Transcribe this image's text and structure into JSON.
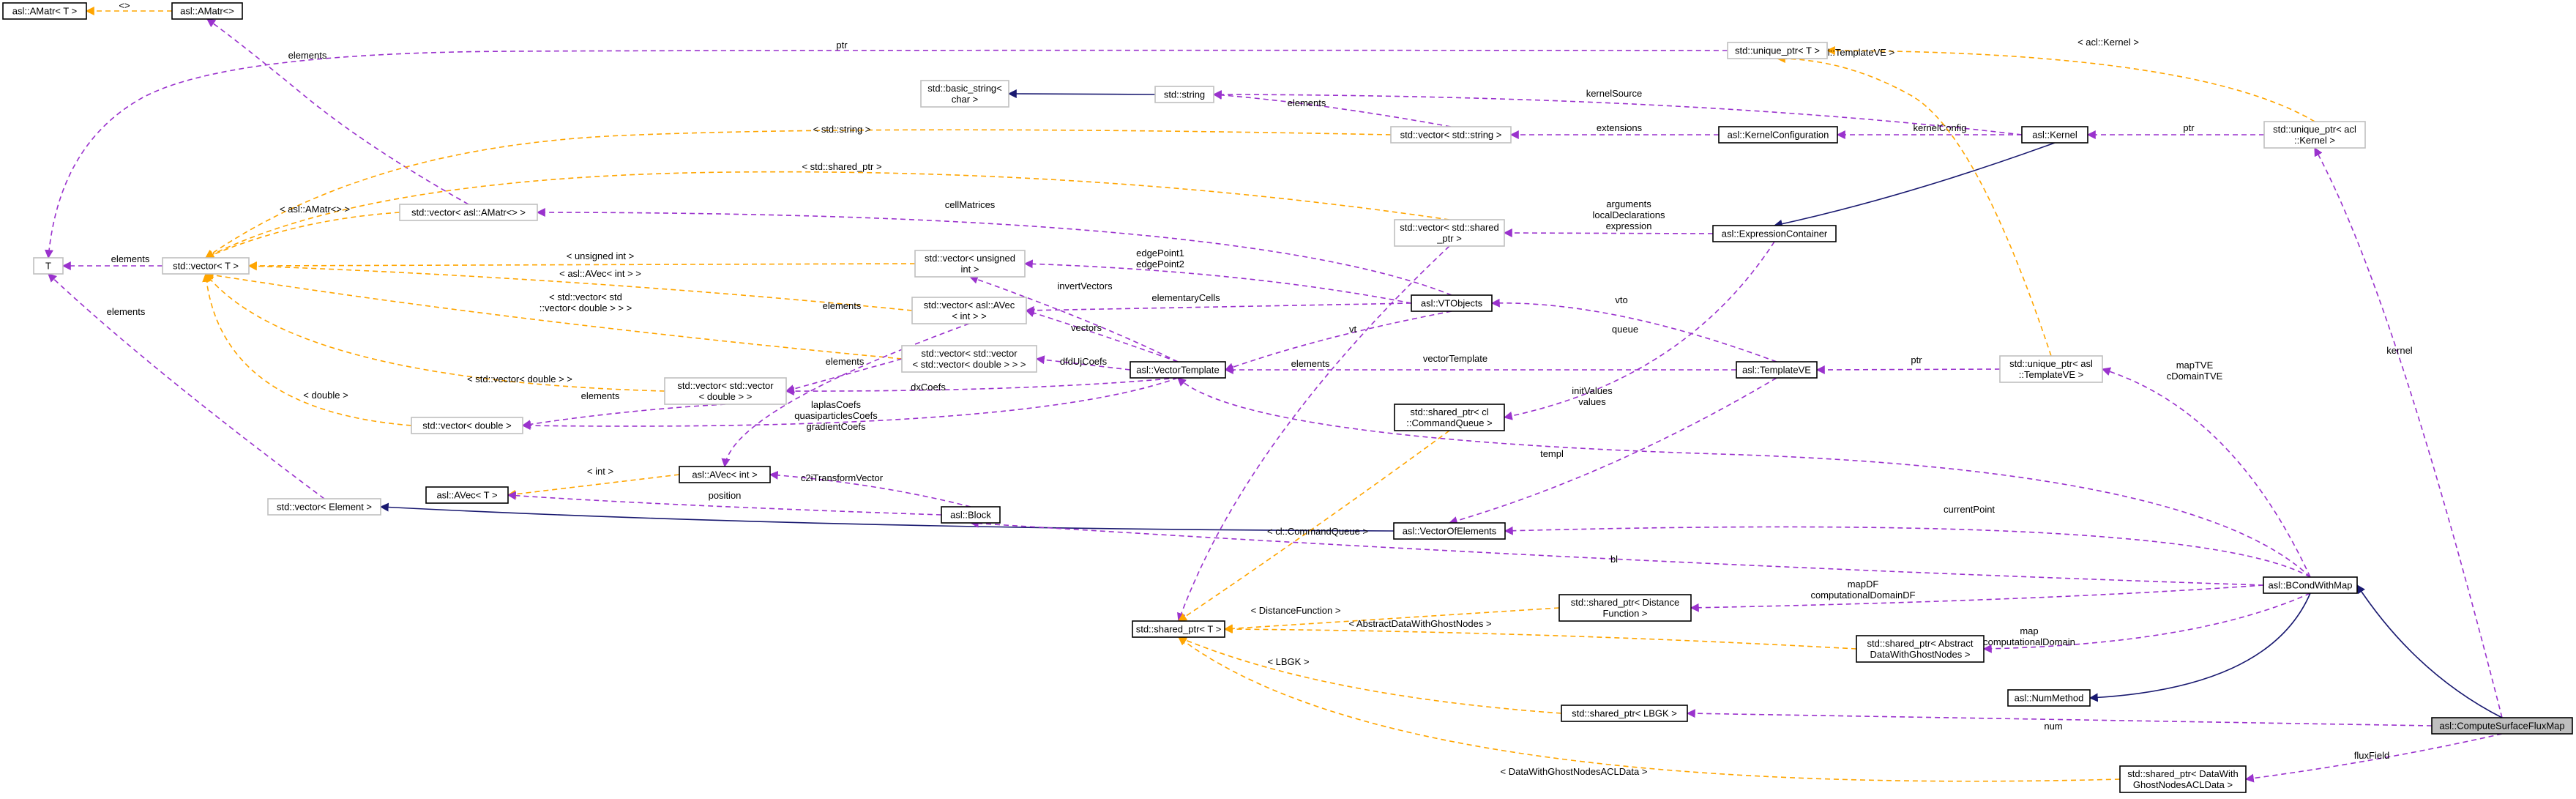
{
  "colors": {
    "inheritance": "#191970",
    "usage": "#9a32cd",
    "template": "#ffa500",
    "node_border": "#000000",
    "node_border_undocumented": "#bfbfbf",
    "highlight_fill": "#bfbfbf"
  },
  "nodes": {
    "amatr_t": [
      "asl::AMatr< T >"
    ],
    "amatr_empty": [
      "asl::AMatr<>"
    ],
    "t": [
      "T"
    ],
    "basic_string": [
      "std::basic_string<",
      "char >"
    ],
    "string": [
      "std::string"
    ],
    "vector_string": [
      "std::vector< std::string >"
    ],
    "vector_amatr": [
      "std::vector< asl::AMatr<> >"
    ],
    "vector_t": [
      "std::vector< T >"
    ],
    "vector_uint": [
      "std::vector< unsigned",
      "int >"
    ],
    "vector_avec_int": [
      "std::vector< asl::AVec",
      "< int > >"
    ],
    "vector_vector_double_nested": [
      "std::vector< std::vector",
      "< std::vector< double > > >"
    ],
    "vector_vector_double": [
      "std::vector< std::vector",
      "< double > >"
    ],
    "vector_double": [
      "std::vector< double >"
    ],
    "avec_t": [
      "asl::AVec< T >"
    ],
    "avec_int": [
      "asl::AVec< int >"
    ],
    "vector_element": [
      "std::vector< Element >"
    ],
    "block": [
      "asl::Block"
    ],
    "vector_template": [
      "asl::VectorTemplate"
    ],
    "vtobjects": [
      "asl::VTObjects"
    ],
    "vector_shared": [
      "std::vector< std::shared",
      "_ptr >"
    ],
    "shared_t": [
      "std::shared_ptr< T >"
    ],
    "shared_cmdqueue": [
      "std::shared_ptr< cl",
      "::CommandQueue >"
    ],
    "vector_of_elements": [
      "asl::VectorOfElements"
    ],
    "kernel_configuration": [
      "asl::KernelConfiguration"
    ],
    "expression_container": [
      "asl::ExpressionContainer"
    ],
    "kernel": [
      "asl::Kernel"
    ],
    "template_ve": [
      "asl::TemplateVE"
    ],
    "unique_t": [
      "std::unique_ptr< T >"
    ],
    "unique_kernel": [
      "std::unique_ptr< acl",
      "::Kernel >"
    ],
    "unique_templateve": [
      "std::unique_ptr< asl",
      "::TemplateVE >"
    ],
    "shared_distance": [
      "std::shared_ptr< Distance",
      "Function >"
    ],
    "shared_abstract": [
      "std::shared_ptr< Abstract",
      "DataWithGhostNodes >"
    ],
    "shared_lbgk": [
      "std::shared_ptr< LBGK >"
    ],
    "shared_acl": [
      "std::shared_ptr< DataWith",
      "GhostNodesACLData >"
    ],
    "bcond_with_map": [
      "asl::BCondWithMap"
    ],
    "num_method": [
      "asl::NumMethod"
    ],
    "compute_surface_flux_map": [
      "asl::ComputeSurfaceFluxMap"
    ]
  },
  "edge_labels": {
    "amatr_template": [
      "<>"
    ],
    "amatr_to_t": [
      "elements"
    ],
    "ptr_to_t": [
      "ptr"
    ],
    "string_template": [
      "< std::string >"
    ],
    "kernel_source": [
      "kernelSource"
    ],
    "strings_elements": [
      "elements"
    ],
    "extensions": [
      "extensions"
    ],
    "kernel_config": [
      "kernelConfig"
    ],
    "kernel_ptr": [
      "ptr"
    ],
    "acl_kernel_template": [
      "< acl::Kernel >"
    ],
    "templateve_template": [
      "< asl::TemplateVE >"
    ],
    "shared_ptr_template": [
      "< std::shared_ptr >"
    ],
    "amatr_vector_template": [
      "< asl::AMatr<> >"
    ],
    "cell_matrices": [
      "cellMatrices"
    ],
    "arguments": [
      "arguments",
      "localDeclarations",
      "expression"
    ],
    "vector_t_elements": [
      "elements"
    ],
    "uint_template": [
      "< unsigned int >"
    ],
    "avec_int_template": [
      "< asl::AVec< int > >"
    ],
    "t_elements_from_element": [
      "elements"
    ],
    "nested_double_template": [
      "< std::vector< std",
      "::vector< double > > >"
    ],
    "double_vector_template": [
      "< std::vector< double > >"
    ],
    "double_template": [
      "< double >"
    ],
    "edge_points": [
      "edgePoint1",
      "edgePoint2"
    ],
    "invert_vectors": [
      "invertVectors"
    ],
    "elementary_cells": [
      "elementaryCells"
    ],
    "avec_elements": [
      "elements"
    ],
    "vectors": [
      "vectors"
    ],
    "vt": [
      "vt"
    ],
    "vto": [
      "vto"
    ],
    "dfduj": [
      "dfdUjCoefs"
    ],
    "nested_elements": [
      "elements"
    ],
    "dx_coefs": [
      "dxCoefs"
    ],
    "double_elements": [
      "elements"
    ],
    "laplas": [
      "laplasCoefs",
      "quasiparticlesCoefs",
      "gradientCoefs"
    ],
    "vector_template": [
      "vectorTemplate"
    ],
    "queue": [
      "queue"
    ],
    "init_values": [
      "initValues",
      "values"
    ],
    "shared_elements": [
      "elements"
    ],
    "templateve_ptr": [
      "ptr"
    ],
    "map_tve": [
      "mapTVE",
      "cDomainTVE"
    ],
    "kernel_member": [
      "kernel"
    ],
    "int_template": [
      "< int >"
    ],
    "c2i_transform": [
      "c2iTransformVector"
    ],
    "position": [
      "position"
    ],
    "cmdqueue_template": [
      "< cl::CommandQueue >"
    ],
    "templ": [
      "templ"
    ],
    "current_point": [
      "currentPoint"
    ],
    "bl": [
      "bl"
    ],
    "distance_template": [
      "< DistanceFunction >"
    ],
    "map_df": [
      "mapDF",
      "computationalDomainDF"
    ],
    "abstract_template": [
      "< AbstractDataWithGhostNodes >"
    ],
    "map": [
      "map",
      "computationalDomain"
    ],
    "lbgk_template": [
      "< LBGK >"
    ],
    "num": [
      "num"
    ],
    "acl_data_template": [
      "< DataWithGhostNodesACLData >"
    ],
    "flux_field": [
      "fluxField"
    ]
  }
}
